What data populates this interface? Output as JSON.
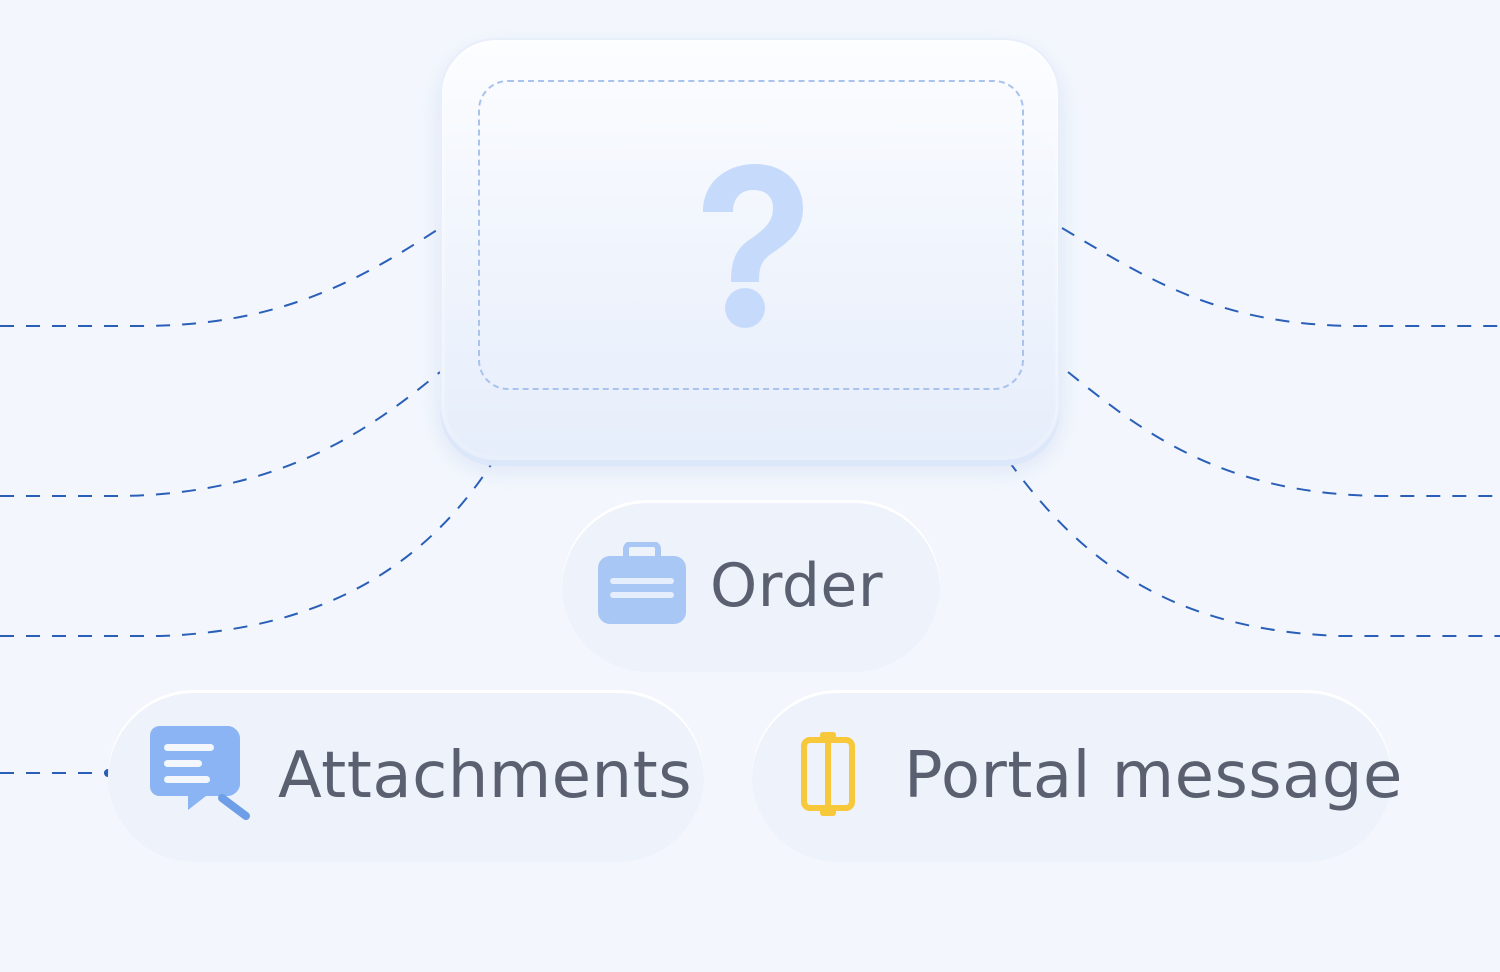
{
  "diagram": {
    "center_node": {
      "icon": "question-mark-icon",
      "accent_color": "#c6dbfb",
      "border_dash_color": "#a9c3ee"
    },
    "nodes": [
      {
        "id": "order",
        "label": "Order",
        "icon": "briefcase-icon",
        "icon_color": "#a9c7f5"
      },
      {
        "id": "attachments",
        "label": "Attachments",
        "icon": "document-chat-icon",
        "icon_color": "#8ab4f3"
      },
      {
        "id": "portal",
        "label": "Portal message",
        "icon": "door-icon",
        "icon_color": "#f6c83a"
      }
    ],
    "connector_color": "#2a5fb8"
  }
}
